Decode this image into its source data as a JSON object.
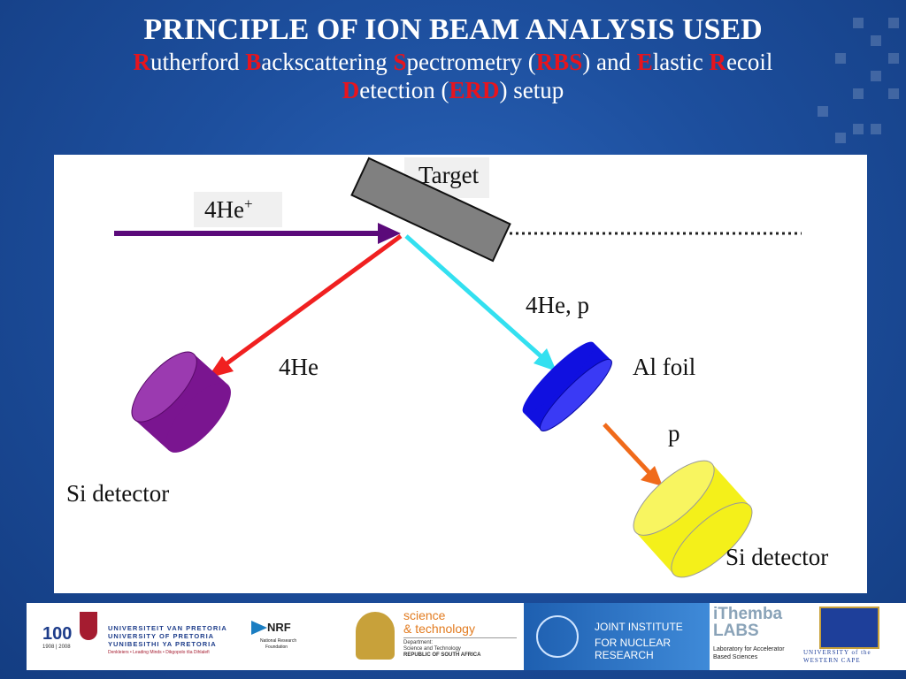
{
  "title": {
    "line1": "PRINCIPLE OF ION BEAM ANALYSIS USED",
    "line2": {
      "r1": "R",
      "t1": "utherford ",
      "r2": "B",
      "t2": "ackscattering ",
      "r3": "S",
      "t3": "pectrometry (",
      "r4": "RBS",
      "t4": ") and ",
      "r5": "E",
      "t5": "lastic ",
      "r6": "R",
      "t6": "ecoil"
    },
    "line3": {
      "r1": "D",
      "t1": "etection (",
      "r2": "ERD",
      "t2": ") setup"
    }
  },
  "diagram": {
    "target": "Target",
    "beam": "4He",
    "beam_sup": "+",
    "backscatter": "4He",
    "recoil": "4He, p",
    "foil": "Al foil",
    "proton": "p",
    "detector_left": "Si detector",
    "detector_right": "Si detector"
  },
  "logos": {
    "up_anniversary": "100",
    "up_years": "1908 | 2008",
    "up_line1": "UNIVERSITEIT VAN PRETORIA",
    "up_line2": "UNIVERSITY OF PRETORIA",
    "up_line3": "YUNIBESITHI YA PRETORIA",
    "up_tagline": "Denkleiers • Leading Minds • Dikgopolo tša Dihlalefi",
    "nrf_name": "NRF",
    "nrf_full1": "National Research",
    "nrf_full2": "Foundation",
    "dst_line1": "science",
    "dst_line2": "& technology",
    "dst_dept1": "Department:",
    "dst_dept2": "Science and Technology",
    "dst_dept3": "REPUBLIC OF SOUTH AFRICA",
    "jinr_line1": "JOINT INSTITUTE",
    "jinr_line2": "FOR NUCLEAR RESEARCH",
    "ithemba_line1": "iThemba",
    "ithemba_line2": "LABS",
    "ithemba_sub1": "Laboratory for Accelerator",
    "ithemba_sub2": "Based Sciences",
    "uwc_line1": "UNIVERSITY of the",
    "uwc_line2": "WESTERN CAPE"
  },
  "colors": {
    "background": "#1d4f9e",
    "accent_red": "#e8141d",
    "beam_purple": "#5b0a7a",
    "back_red": "#f02020",
    "recoil_cyan": "#33e0f0",
    "proton_orange": "#f06a1a",
    "detector_purple": "#7a1590",
    "foil_blue": "#1010e0",
    "detector_yellow": "#f4f01a"
  }
}
